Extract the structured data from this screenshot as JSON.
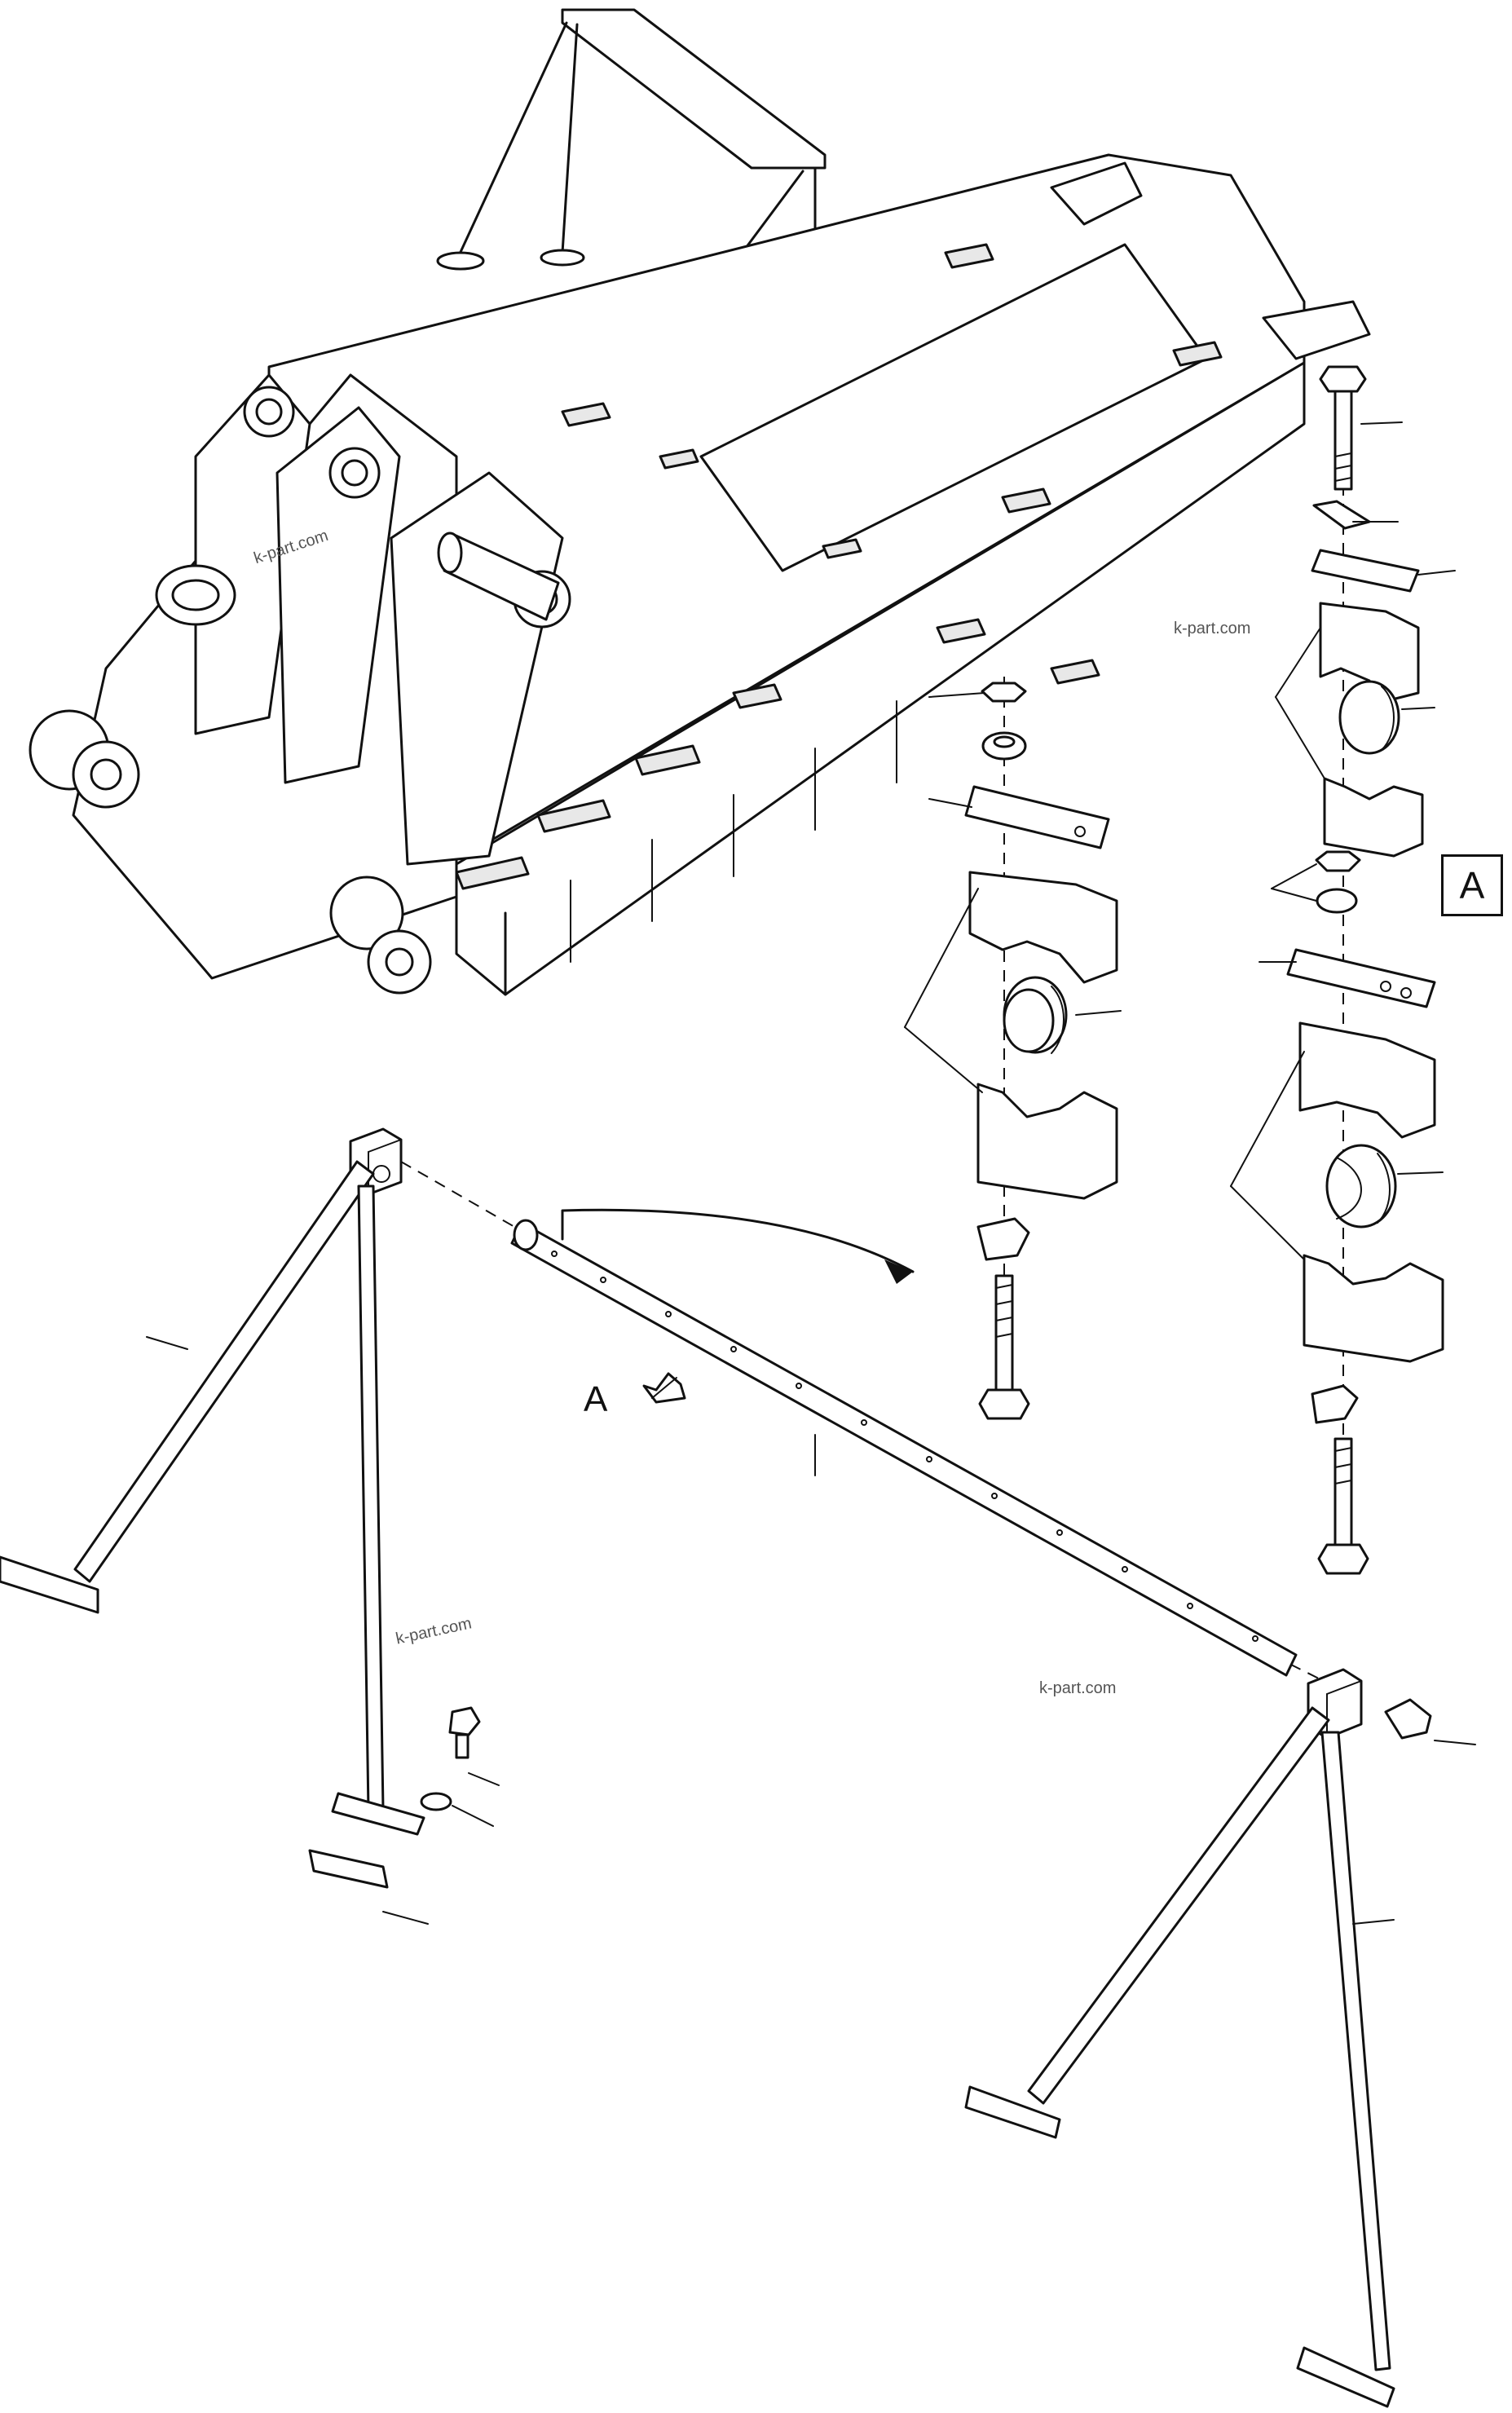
{
  "watermarks": [
    {
      "text": "k-part.com"
    },
    {
      "text": "k-part.com"
    },
    {
      "text": "k-part.com"
    },
    {
      "text": "k-part.com"
    }
  ],
  "view_marker": {
    "box_label": "A",
    "arrow_label": "A"
  }
}
